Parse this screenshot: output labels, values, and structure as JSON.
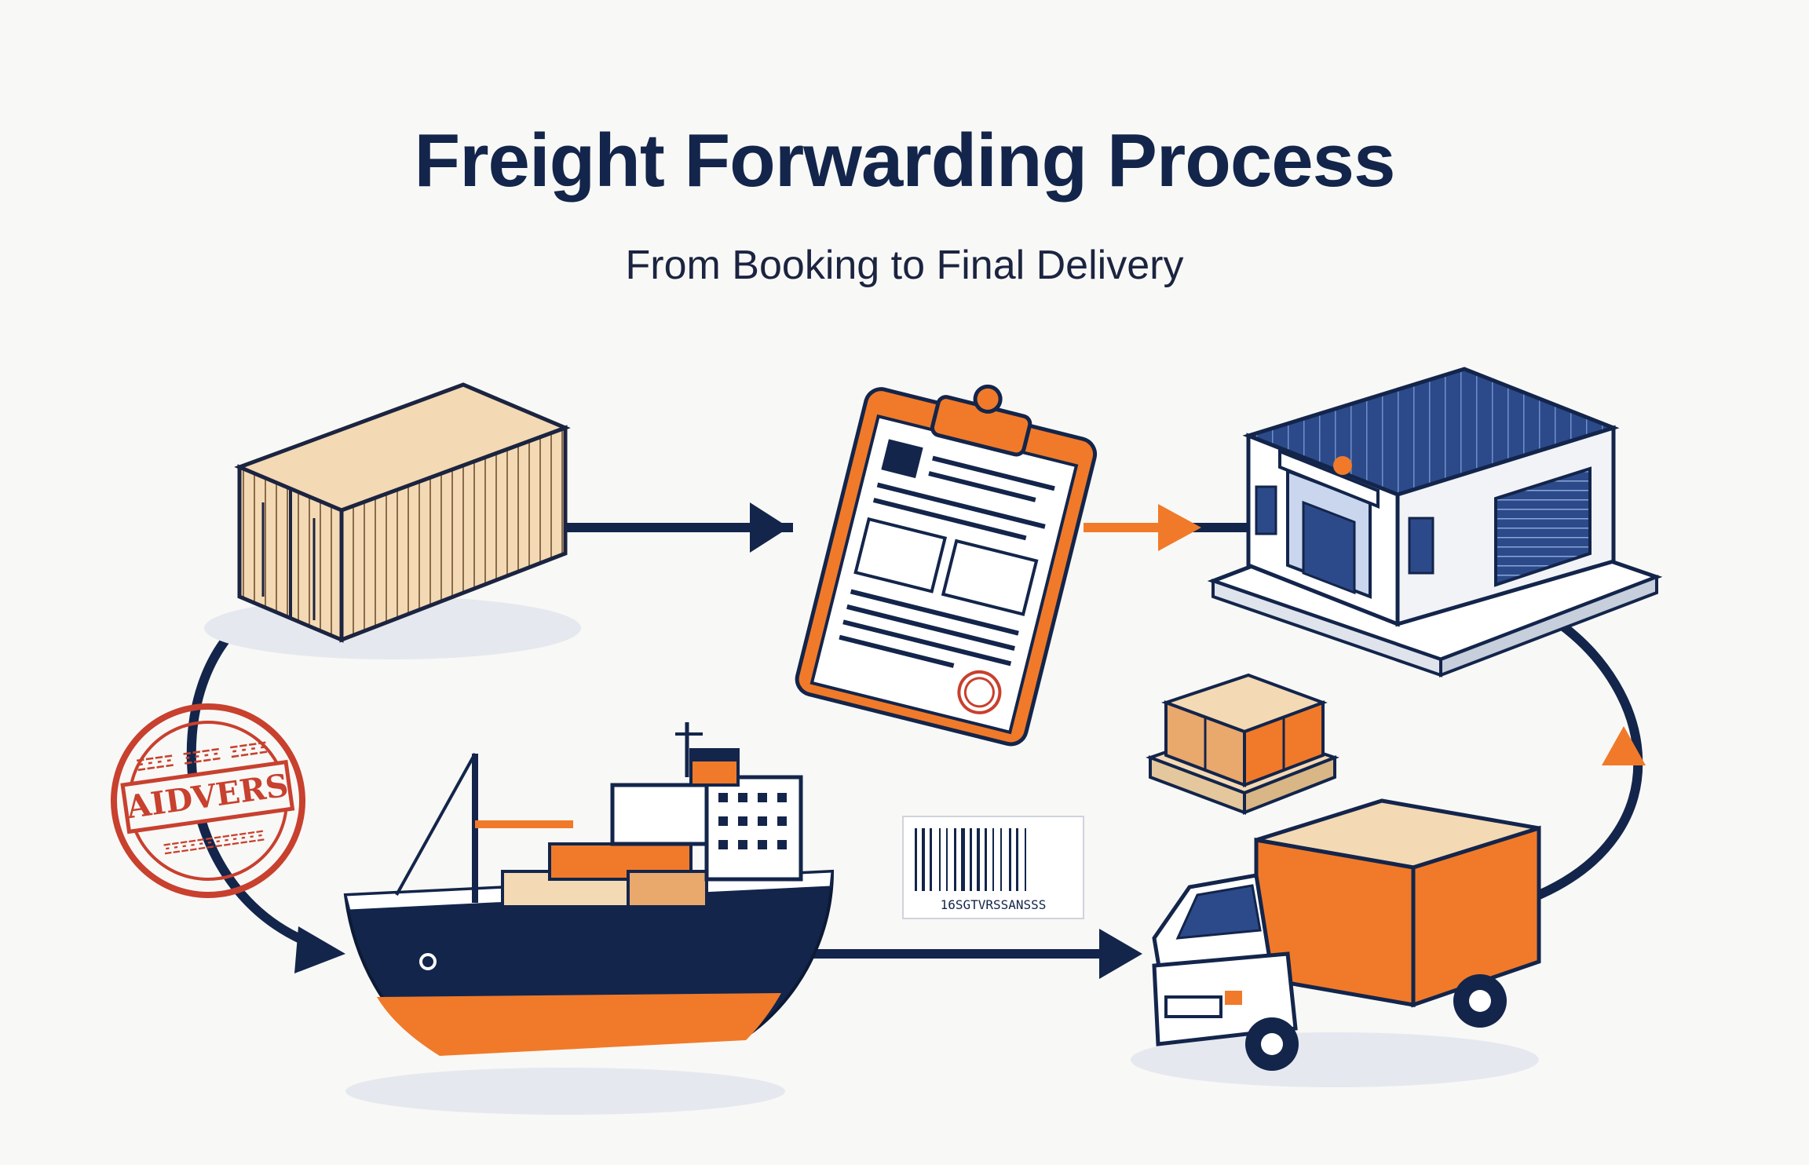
{
  "title": "Freight Forwarding Process",
  "subtitle": "From Booking to Final Delivery",
  "stamp_text": "AIDVERS",
  "barcode_text": "16SGTVRSSANSSS",
  "colors": {
    "navy": "#13254b",
    "orange": "#f07a2a",
    "cream": "#f3d9b4",
    "background": "#f8f8f6"
  },
  "icons": [
    "shipping-container-icon",
    "clipboard-document-icon",
    "warehouse-icon",
    "pallet-boxes-icon",
    "delivery-truck-icon",
    "cargo-ship-icon",
    "barcode-label-icon",
    "customs-stamp-icon"
  ]
}
